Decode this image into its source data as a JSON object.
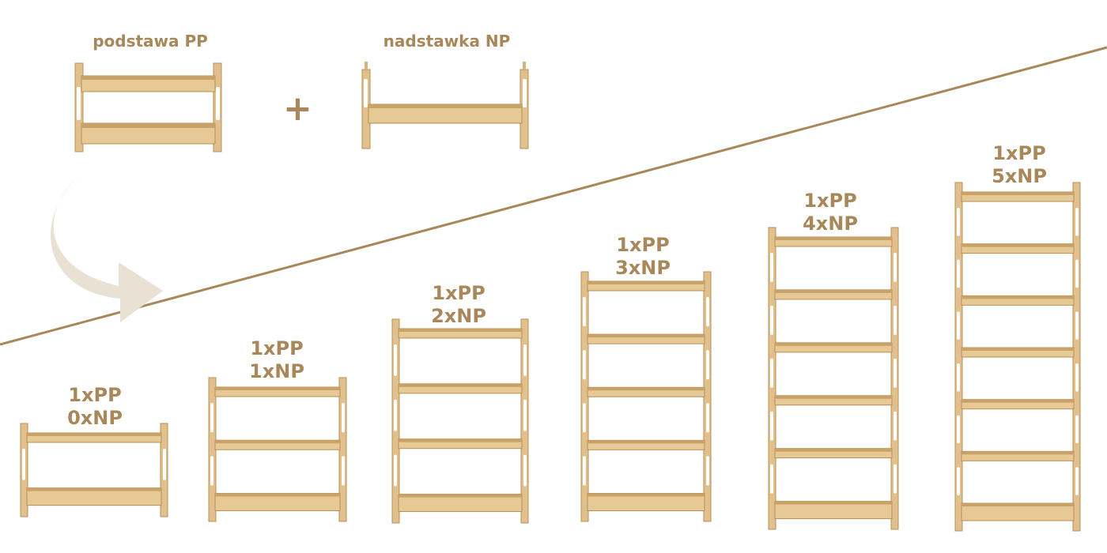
{
  "top": {
    "base_label": "podstawa PP",
    "extension_label": "nadstawka NP",
    "plus": "+"
  },
  "configs": [
    {
      "line1": "1xPP",
      "line2": "0xNP",
      "shelves": 2
    },
    {
      "line1": "1xPP",
      "line2": "1xNP",
      "shelves": 3
    },
    {
      "line1": "1xPP",
      "line2": "2xNP",
      "shelves": 4
    },
    {
      "line1": "1xPP",
      "line2": "3xNP",
      "shelves": 5
    },
    {
      "line1": "1xPP",
      "line2": "4xNP",
      "shelves": 6
    },
    {
      "line1": "1xPP",
      "line2": "5xNP",
      "shelves": 7
    }
  ],
  "colors": {
    "wood": "#e2c08e",
    "wood_dark": "#c9a268",
    "wood_edge": "#b88f55",
    "accent": "#a8875a",
    "arrow": "#e9e1d4",
    "line": "#a8875a"
  }
}
